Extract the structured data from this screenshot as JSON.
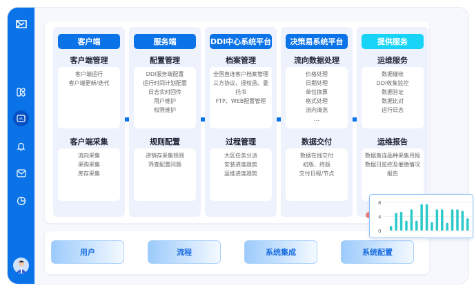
{
  "sidebar": {
    "icons": [
      "logo-icon",
      "dashboard-icon",
      "monitor-icon",
      "bell-icon",
      "mail-icon",
      "clock-icon",
      "avatar"
    ],
    "active": "monitor-icon"
  },
  "columns": [
    {
      "header": "客户端",
      "title1": "客户端管理",
      "items1": [
        "客户端运行",
        "客户端更新/迭代"
      ],
      "title2": "客户端采集",
      "items2": [
        "流向采集",
        "采购采集",
        "库存采集"
      ]
    },
    {
      "header": "服务端",
      "title1": "配置管理",
      "items1": [
        "DDI服务端配置",
        "运行时间计划配置",
        "日志实时回传",
        "用户维护",
        "权限维护"
      ],
      "title2": "规则配置",
      "items2": [
        "进销存采集规则",
        "筛查配置问题"
      ]
    },
    {
      "header": "DDI中心系统平台",
      "title1": "档案管理",
      "items1": [
        "全国直连客户档案管理",
        "三方协议、授权函、委托书",
        "FTP、WEB配置管理"
      ],
      "title2": "过程管理",
      "items2": [
        "大区任务分派",
        "安装进度趋势",
        "运维进度趋势"
      ]
    },
    {
      "header": "决策易系统平台",
      "title1": "流向数据处理",
      "items1": [
        "价格处理",
        "日期处理",
        "单位换算",
        "格式处理",
        "流向清洗",
        "..."
      ],
      "title2": "数据交付",
      "items2": [
        "数据在线交付",
        "初版、终版",
        "交付日程/节点"
      ]
    },
    {
      "header": "提供服务",
      "title1": "运维服务",
      "items1": [
        "数据催收",
        "DDI收集监控",
        "数据验证",
        "数据比对",
        "运行日志"
      ],
      "title2": "运维报告",
      "items2": [
        "数据直连品种采集月报",
        "数据日监控及催缴情况报告"
      ]
    }
  ],
  "bottom_buttons": [
    "用户",
    "流程",
    "系统集成",
    "系统配置"
  ],
  "colors": {
    "primary": "#0a73e8",
    "cyan": "#17d3f5",
    "bar": "#2cc9c9"
  },
  "chart_data": {
    "type": "bar",
    "yticks": [
      "8",
      "4",
      "0"
    ],
    "ylim": [
      0,
      8
    ],
    "values": [
      1.3,
      5,
      5.3,
      2.8,
      6,
      2.8,
      7.5,
      7.5,
      2.4,
      6,
      6,
      2.2,
      6,
      6,
      5.6,
      3.5
    ]
  }
}
